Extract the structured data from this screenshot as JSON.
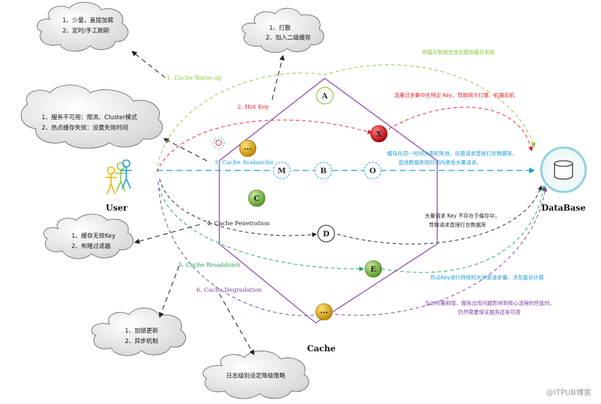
{
  "clouds": {
    "warmup": [
      "1、少量，直接加载",
      "2、定时/手工刷新"
    ],
    "hotkey": [
      "1、打散",
      "2、加入二级缓存"
    ],
    "avalanche": [
      "1、服务不可用：限流、Cluster模式",
      "2、热点缓存失效：设置失效时间"
    ],
    "penetration": [
      "1、缓存无效Key",
      "2、布隆过滤器"
    ],
    "breakdown": [
      "1、加锁更新",
      "2、异步机制"
    ],
    "degradation": [
      "日志级别设定降级策略"
    ]
  },
  "scenarios": {
    "warmup": "1. Cache Warm-up",
    "hotkey": "2. Hot Key",
    "avalanche": "3. Cache Avalanche",
    "penetration": "4. Cache Penetration",
    "breakdown": "5. Cache Breakdown",
    "degradation": "6. Cache Degradation"
  },
  "nodes": {
    "A": "A",
    "X": "X",
    "M": "M",
    "B": "B",
    "O": "O",
    "C": "C",
    "D": "D",
    "E": "E",
    "avalanche_dots": "...",
    "degradation_dots": "..."
  },
  "notes": {
    "warmup": "将缓存数据直接加载到缓存系统",
    "hotkey": "流量过多集中在特定 Key，导致网卡打爆、机器宕机",
    "avalanche": [
      "缓存在同一时间大面积失效，后面请求直接打在数据库，",
      "造成数据库短时间内承受大量请求。"
    ],
    "penetration": [
      "大量请求 Key 不存在于缓存中，",
      "导致请求直接打在数据库"
    ],
    "breakdown": "热点Key进行持续的大并发请求量，涉及复杂计算",
    "degradation": [
      "当访问量剧增、服务出现问题影响到核心流程的性能时，",
      "仍然需要保证服务还是可用"
    ]
  },
  "labels": {
    "user": "User",
    "database": "DataBase",
    "cache": "Cache"
  },
  "watermark": "@ITPUB博客",
  "colors": {
    "warmup": "#8dc63f",
    "hotkey": "#e8222a",
    "avalanche": "#1a9ad6",
    "penetration": "#222222",
    "breakdown": "#1aa85a",
    "degradation": "#7b3fa0",
    "hexagon": "#8e44ad"
  }
}
